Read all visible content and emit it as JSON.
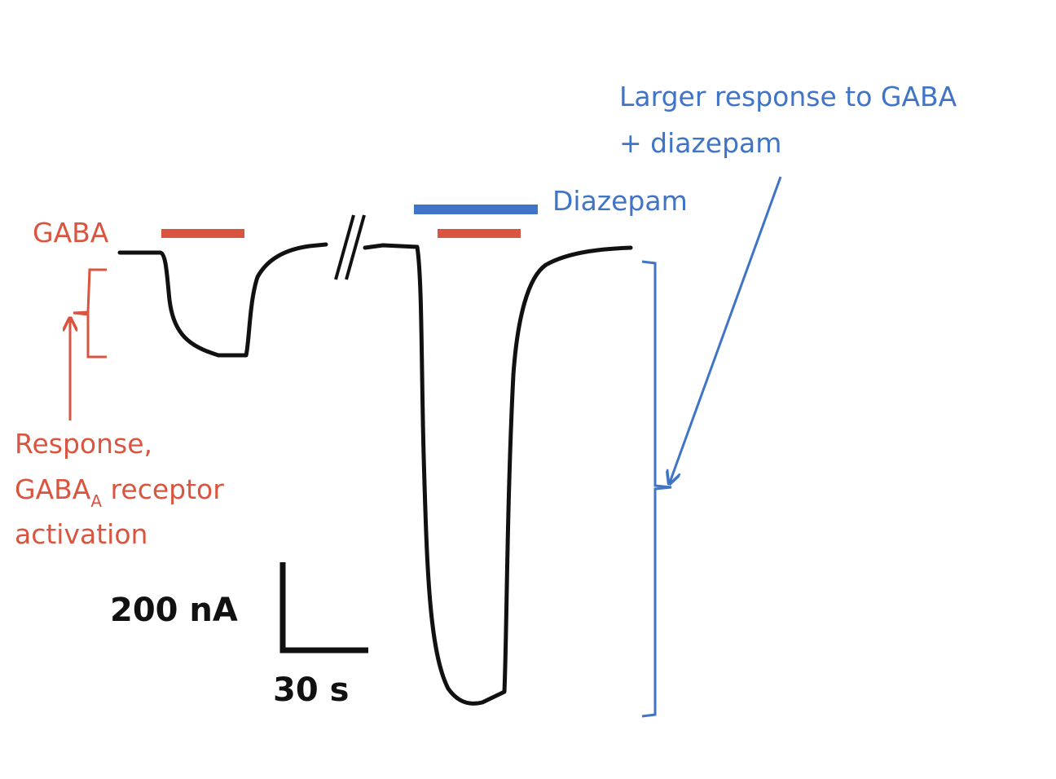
{
  "colors": {
    "gaba_red": "#d9553f",
    "diazepam_blue": "#3f74c6",
    "trace_black": "#111111"
  },
  "labels": {
    "gaba": "GABA",
    "diazepam": "Diazepam",
    "larger_response_line1": "Larger response to GABA",
    "larger_response_line2": "+ diazepam",
    "response_line1": "Response,",
    "response_line2_prefix": "GABA",
    "response_line2_subscript": "A",
    "response_line2_suffix": " receptor",
    "response_line3": "activation"
  },
  "scale_bar": {
    "current_label": "200 nA",
    "time_label": "30 s"
  }
}
